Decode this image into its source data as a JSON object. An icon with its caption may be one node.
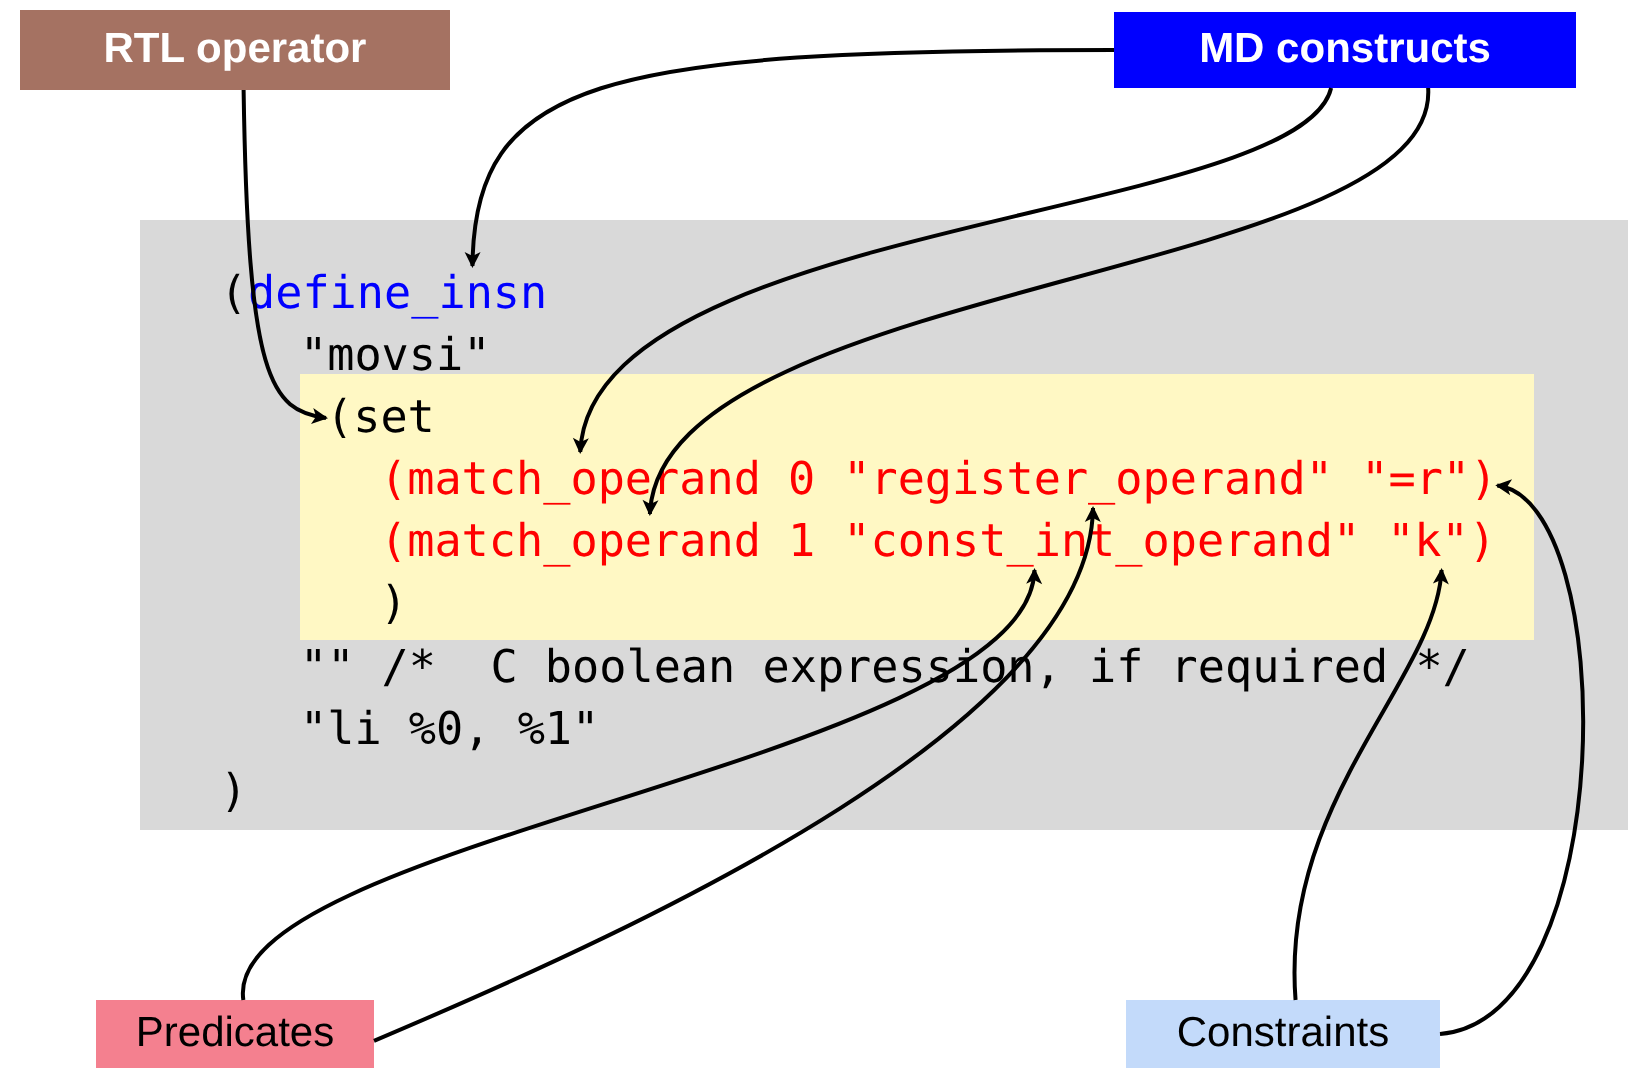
{
  "diagram": {
    "nodes": [
      {
        "text": [
          "RTL operator"
        ]
      },
      {
        "text": [
          "MD constructs"
        ]
      },
      {
        "text": [],
        "shape": "box"
      },
      {
        "text": [
          "("
        ],
        "in": 2
      },
      {
        "text": [
          "define_insn"
        ],
        "in": 2
      },
      {
        "text": [
          "\"movsi\""
        ],
        "in": 2
      },
      {
        "text": [],
        "shape": "box",
        "in": 2
      },
      {
        "text": [
          "(set"
        ],
        "in": 6
      },
      {
        "text": [
          "(match_operand 0"
        ],
        "in": 6
      },
      {
        "text": [
          "\"register_operand\""
        ],
        "in": 6
      },
      {
        "text": [
          "\"=r\")"
        ],
        "in": 6
      },
      {
        "text": [
          "(match_operand 1"
        ],
        "in": 6
      },
      {
        "text": [
          "\"const_int_operand\""
        ],
        "in": 6
      },
      {
        "text": [
          "\"k\")"
        ],
        "in": 6
      },
      {
        "text": [
          ")"
        ],
        "in": 6
      },
      {
        "text": [
          "\"\" /*  C boolean expression, if required */"
        ],
        "in": 2
      },
      {
        "text": [
          "\"li %0, %1\""
        ],
        "in": 2
      },
      {
        "text": [
          ")"
        ],
        "in": 2
      },
      {
        "text": [
          "Predicates"
        ]
      },
      {
        "text": [
          "Constraints"
        ]
      }
    ],
    "edges": [
      {
        "from": 0,
        "to": 7,
        "arrow": "to"
      },
      {
        "from": 1,
        "to": 4,
        "arrow": "to"
      },
      {
        "from": 1,
        "to": 8,
        "arrow": "to"
      },
      {
        "from": 1,
        "to": 11,
        "arrow": "to"
      },
      {
        "from": 18,
        "to": 9,
        "arrow": "to"
      },
      {
        "from": 18,
        "to": 12,
        "arrow": "to"
      },
      {
        "from": 19,
        "to": 13,
        "arrow": "to"
      },
      {
        "from": 19,
        "to": 10,
        "arrow": "to"
      }
    ]
  }
}
